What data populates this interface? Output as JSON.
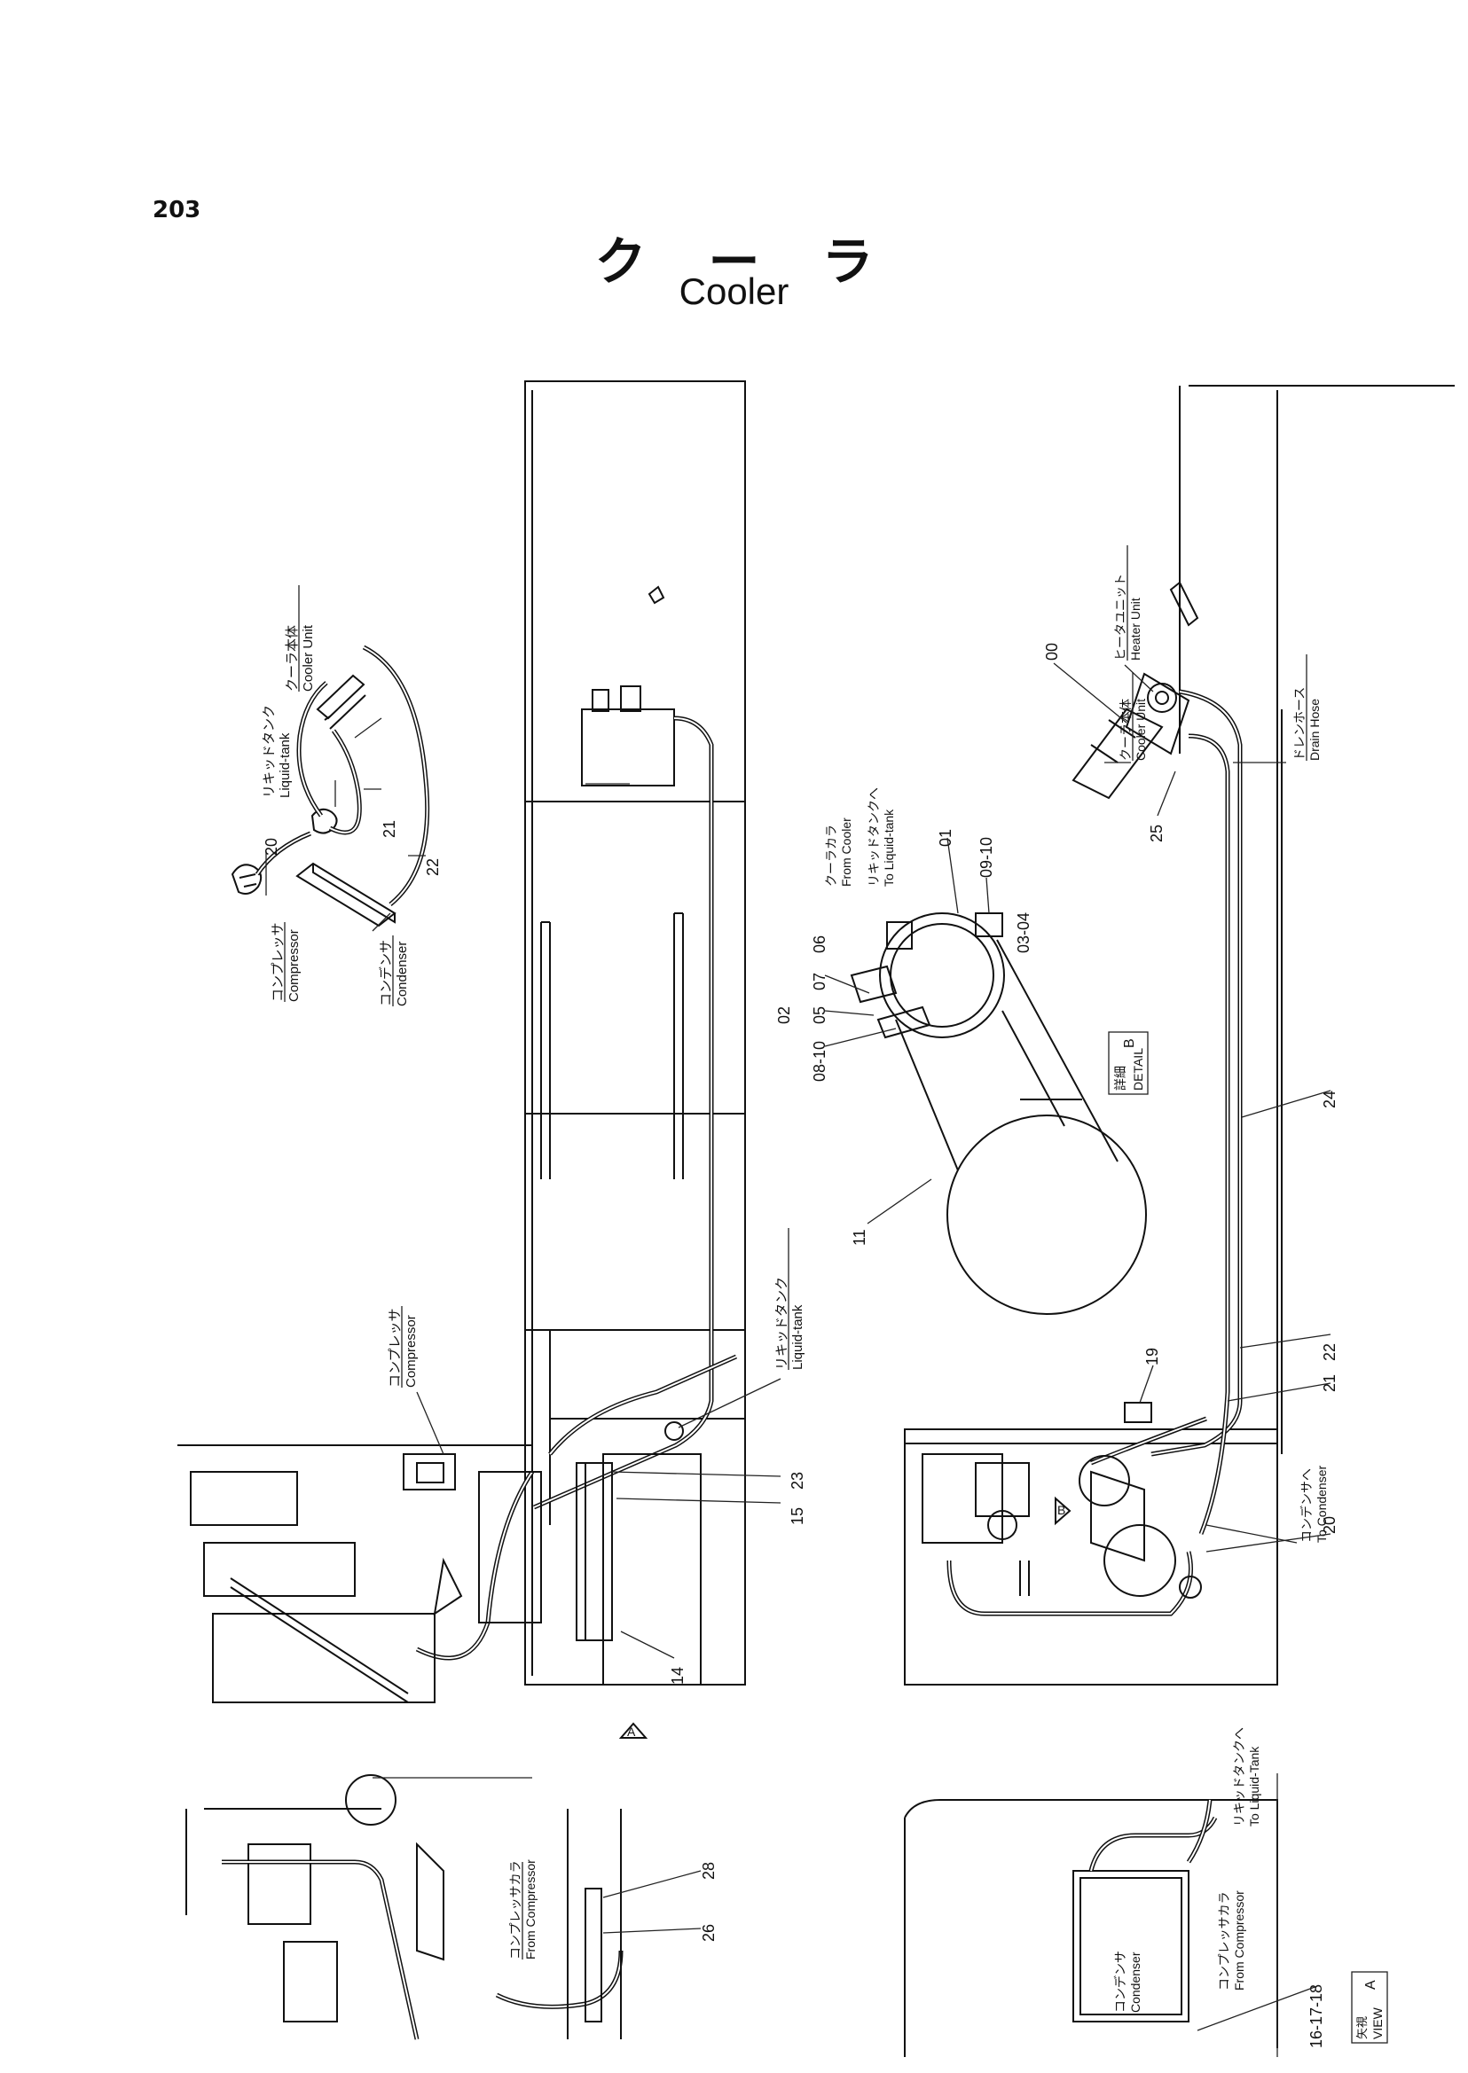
{
  "page_number": "203",
  "title_jp": "クーラ",
  "title_en": "Cooler",
  "labels": {
    "compressor_jp": "コンプレッサ",
    "compressor_en": "Compressor",
    "condenser_jp": "コンデンサ",
    "condenser_en": "Condenser",
    "liquid_tank_jp": "リキッドタンク",
    "liquid_tank_en": "Liquid-tank",
    "cooler_unit_jp": "クーラ本体",
    "cooler_unit_en": "Cooler Unit",
    "heater_unit_jp": "ヒータユニット",
    "heater_unit_en": "Heater Unit",
    "drain_hose_jp": "ドレンホース",
    "drain_hose_en": "Drain Hose",
    "from_cooler_jp": "クーラカラ",
    "from_cooler_en": "From Cooler",
    "to_liquid_tank_jp": "リキッドタンクへ",
    "to_liquid_tank_en": "To Liquid-tank",
    "to_condenser_jp": "コンデンサへ",
    "to_condenser_en": "To Condenser",
    "from_compressor_jp": "コンプレッサカラ",
    "from_compressor_en": "From Compressor",
    "to_liquid_tank2_en": "To Liquid-Tank",
    "detail_jp": "詳細",
    "detail_en": "DETAIL",
    "detail_letter": "B",
    "view_jp": "矢視",
    "view_en": "VIEW",
    "view_letter": "A",
    "marker_a": "A",
    "marker_b": "B"
  },
  "callouts": {
    "c00": "00",
    "c01": "01",
    "c0910": "09-10",
    "c0304": "03-04",
    "c06": "06",
    "c07": "07",
    "c05": "05",
    "c02": "02",
    "c0810": "08-10",
    "c11": "11",
    "c24": "24",
    "c25": "25",
    "c22a": "22",
    "c21a": "21",
    "c19": "19",
    "c20a": "20",
    "c23": "23",
    "c15": "15",
    "c14": "14",
    "c20b": "20",
    "c21b": "21",
    "c22b": "22",
    "c28": "28",
    "c26": "26",
    "c161718": "16-17-18"
  }
}
